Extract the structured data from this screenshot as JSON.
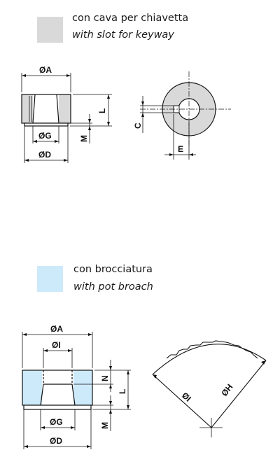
{
  "colors": {
    "slot_fill": "#d9d9d9",
    "broach_fill": "#cdeafb",
    "line": "#111111"
  },
  "section_slot": {
    "swatch_name": "gray-swatch",
    "caption_it": "con cava per chiavetta",
    "caption_en": "with slot for keyway",
    "labels": {
      "outer_d": "ØA",
      "length": "L",
      "flange": "M",
      "bore": "ØG",
      "base_d": "ØD",
      "keyway_h": "C",
      "keyway_w": "E"
    }
  },
  "section_broach": {
    "swatch_name": "blue-swatch",
    "caption_it": "con brocciatura",
    "caption_en": "with pot broach",
    "labels": {
      "outer_d": "ØA",
      "inner_d": "ØI",
      "broach_depth": "N",
      "length": "L",
      "flange": "M",
      "bore": "ØG",
      "base_d": "ØD",
      "arc_inner": "ØI",
      "arc_outer": "ØH"
    }
  }
}
